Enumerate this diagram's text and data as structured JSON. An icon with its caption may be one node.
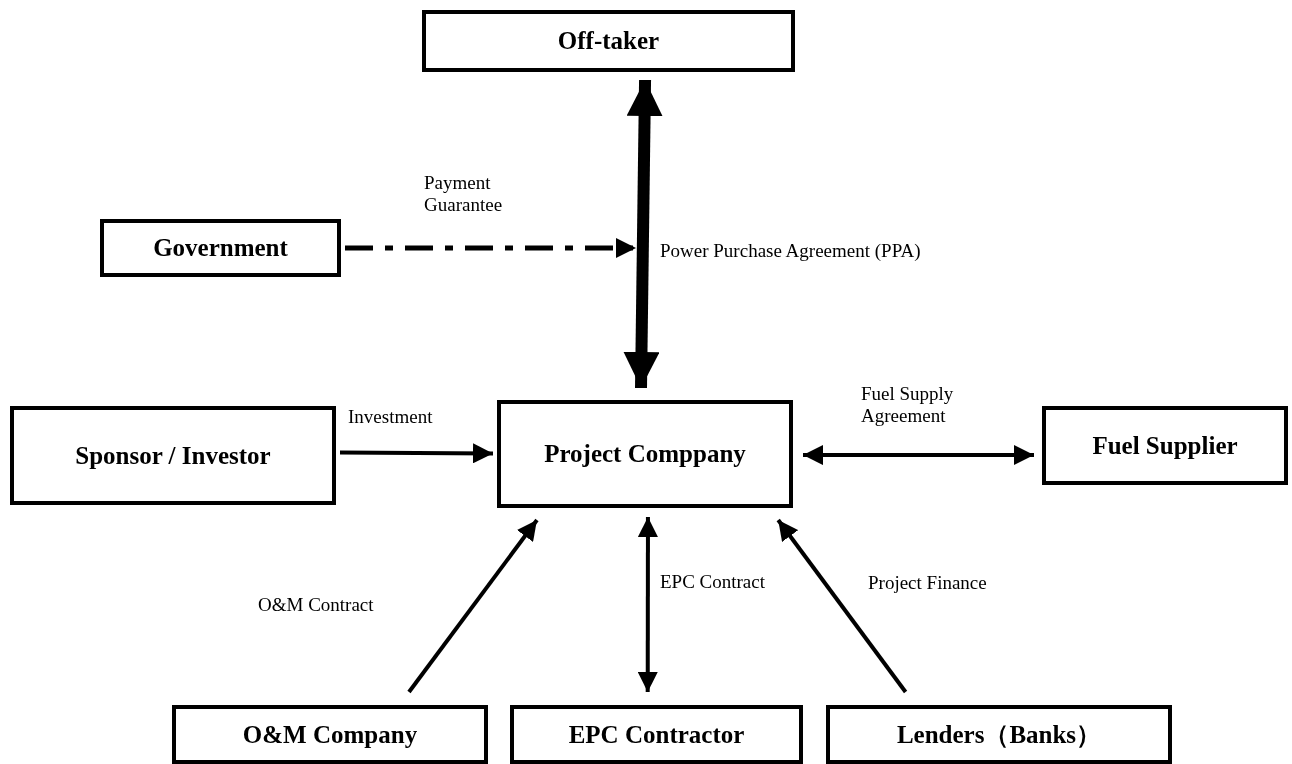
{
  "diagram": {
    "nodes": [
      {
        "text": [
          "Off-taker"
        ]
      },
      {
        "text": [
          "Government"
        ]
      },
      {
        "text": [
          "Project Comppany"
        ]
      },
      {
        "text": [
          "Sponsor / Investor"
        ]
      },
      {
        "text": [
          "Fuel Supplier"
        ]
      },
      {
        "text": [
          "O&M Company"
        ]
      },
      {
        "text": [
          "EPC Contractor"
        ]
      },
      {
        "text": [
          "Lenders（Banks）"
        ]
      }
    ],
    "edges": [
      {
        "from": 2,
        "to": 0,
        "arrow": "both",
        "style": "thick",
        "label": "Power Purchase Agreement (PPA)"
      },
      {
        "from": 1,
        "to": null,
        "arrow": "to",
        "style": "dashed",
        "label": "Payment Guarantee"
      },
      {
        "from": 3,
        "to": 2,
        "arrow": "to",
        "label": "Investment"
      },
      {
        "from": 2,
        "to": 4,
        "arrow": "both",
        "label": "Fuel Supply Agreement"
      },
      {
        "from": 5,
        "to": 2,
        "arrow": "to",
        "label": "O&M Contract"
      },
      {
        "from": 6,
        "to": 2,
        "arrow": "both",
        "label": "EPC Contract"
      },
      {
        "from": 7,
        "to": 2,
        "arrow": "to",
        "label": "Project Finance"
      }
    ]
  }
}
